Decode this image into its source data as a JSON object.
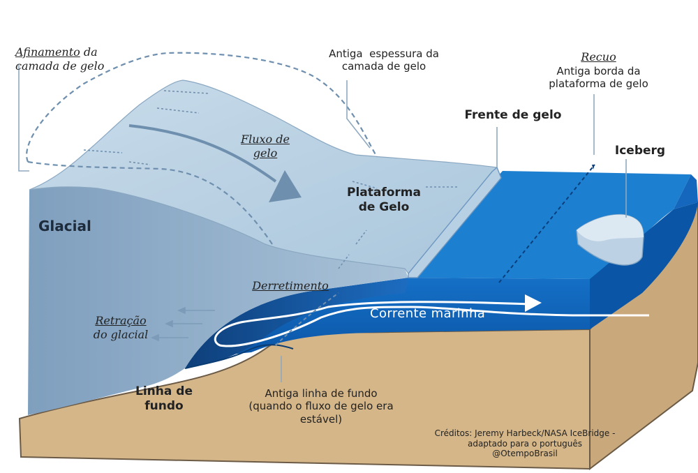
{
  "labels": {
    "afinamento_word": "Afinamento",
    "afinamento_rest": " da",
    "afinamento_line2": "camada de gelo",
    "antiga_espessura_l1": "Antiga  espessura da",
    "antiga_espessura_l2": "camada de gelo",
    "recuo": "Recuo",
    "antiga_borda_l1": "Antiga borda da",
    "antiga_borda_l2": "plataforma de gelo",
    "frente_de_gelo": "Frente de gelo",
    "iceberg": "Iceberg",
    "fluxo_l1": "Fluxo de",
    "fluxo_l2": "gelo",
    "plataforma_l1": "Plataforma",
    "plataforma_l2": "de Gelo",
    "glacial": "Glacial",
    "derretimento": "Derretimento",
    "corrente_marinha": "Corrente marinha",
    "retracao_l1": "Retração",
    "retracao_l2": "do glacial",
    "linha_de_fundo_l1": "Linha de",
    "linha_de_fundo_l2": "fundo",
    "antiga_linha_l1": "Antiga linha de fundo",
    "antiga_linha_l2": "(quando o fluxo de gelo era",
    "antiga_linha_l3": "estável)",
    "creditos_l1": "Créditos: Jeremy Harbeck/NASA IceBridge -",
    "creditos_l2": "adaptado para o português",
    "creditos_l3": "@OtempoBrasil"
  },
  "colors": {
    "ground": "#d5b688",
    "ground_dark": "#c2a072",
    "ground_edge": "#6b5a46",
    "glacier_top": "#bcd2e2",
    "glacier_face": "#8eaecb",
    "ocean_top": "#1c7fd0",
    "ocean_front": "#0f63b8",
    "ocean_deep": "#0a4fa0",
    "cavity": "#1a4f8e",
    "dashed": "#6f8fae",
    "leader": "#8fa9c0"
  }
}
